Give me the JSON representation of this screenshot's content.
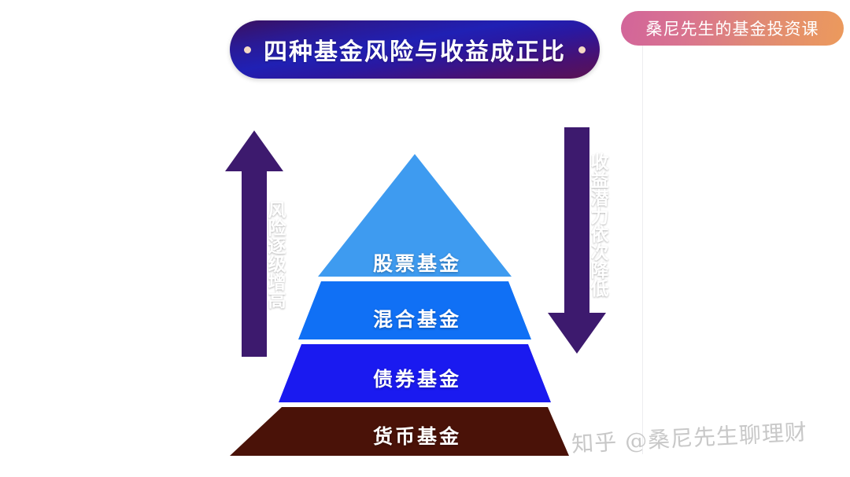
{
  "title_banner": {
    "text": "四种基金风险与收益成正比",
    "gradient_from": "#3a1060",
    "gradient_mid": "#2020b4",
    "gradient_to": "#5b1252",
    "dot_color": "#f5d9c4"
  },
  "brand_badge": {
    "text": "桑尼先生的基金投资课",
    "gradient_from": "#d2649a",
    "gradient_to": "#ec9a5c"
  },
  "pyramid": {
    "layers": [
      {
        "label": "股票基金",
        "color": "#3e9bf0"
      },
      {
        "label": "混合基金",
        "color": "#1070f5"
      },
      {
        "label": "债券基金",
        "color": "#1a1af0"
      },
      {
        "label": "货币基金",
        "color": "#4a1208"
      }
    ]
  },
  "arrows": {
    "left": {
      "text": "风险逐级增高",
      "direction": "up",
      "color": "#3d1a6e"
    },
    "right": {
      "text": "收益潜力依次降低",
      "direction": "down",
      "color": "#3d1a6e"
    }
  },
  "watermark": {
    "text": "知乎 @桑尼先生聊理财",
    "color": "#b9b9b9"
  }
}
